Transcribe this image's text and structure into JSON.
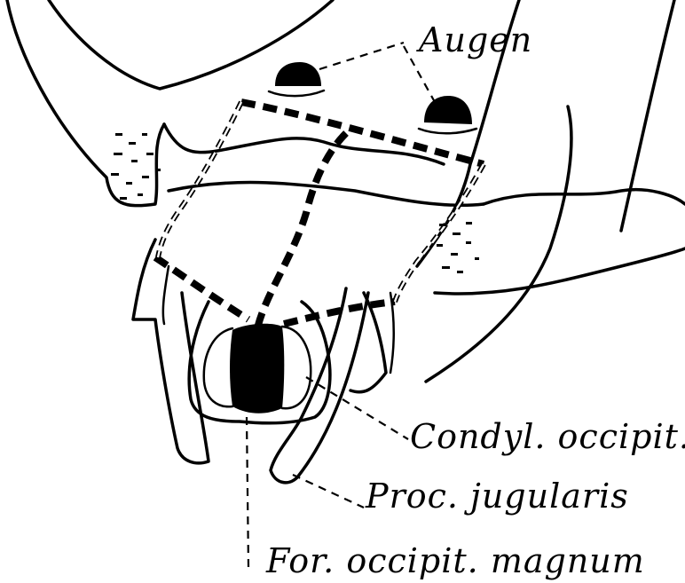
{
  "labels": {
    "eyes": "Augen",
    "condyle": "Condyl. occipit.",
    "jugular_process": "Proc. jugularis",
    "foramen": "For. occipit. magnum"
  }
}
